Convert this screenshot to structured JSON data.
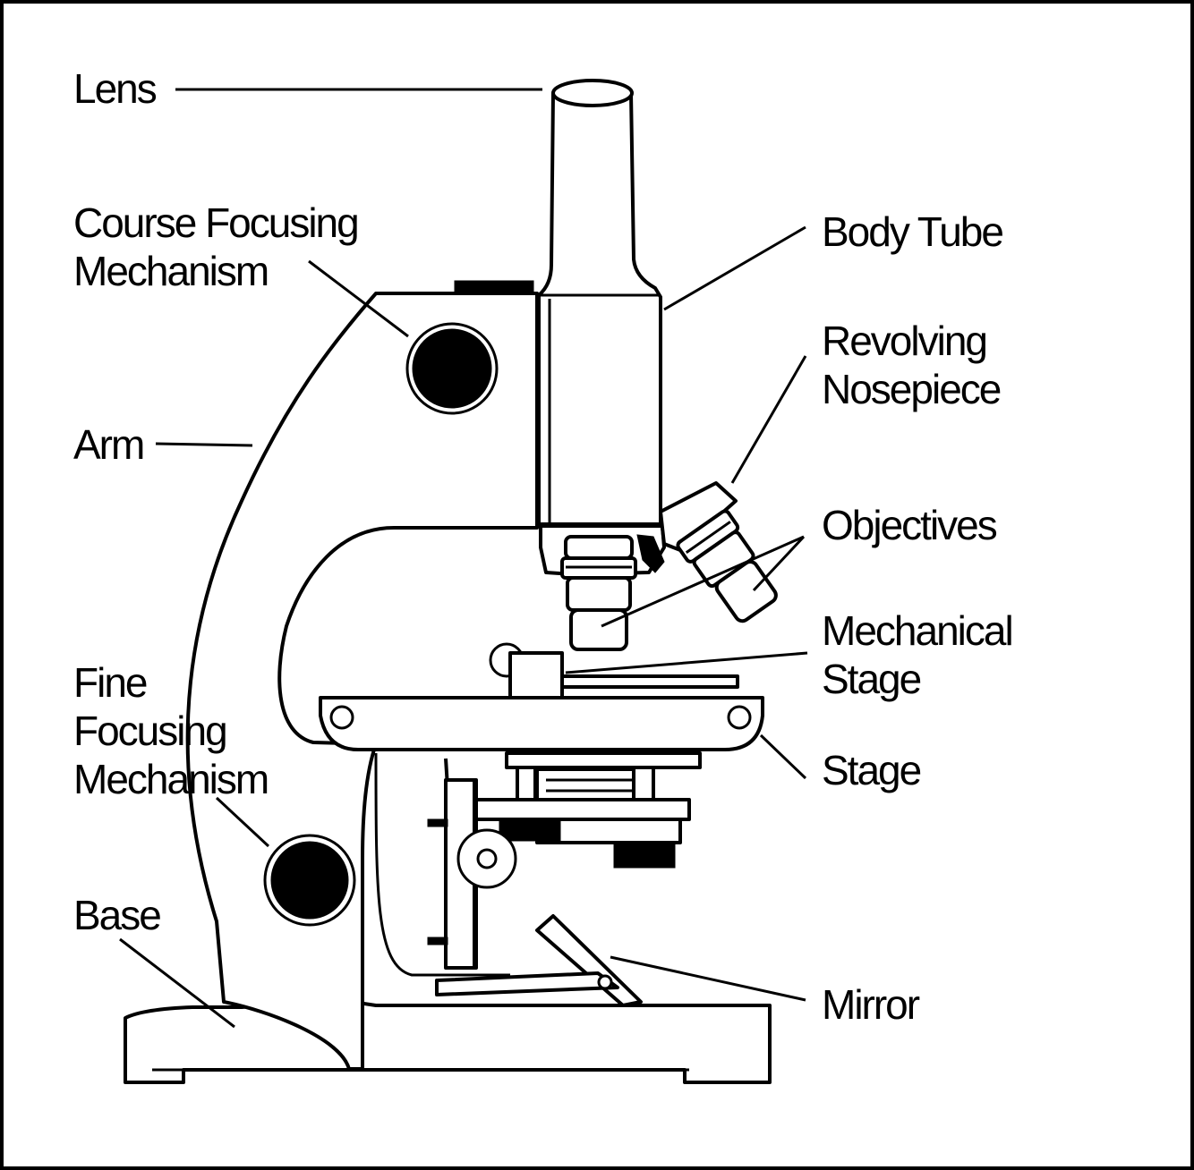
{
  "labels": {
    "lens": "Lens",
    "course_focusing": [
      "Course Focusing",
      "Mechanism"
    ],
    "arm": "Arm",
    "fine_focusing": [
      "Fine",
      "Focusing",
      "Mechanism"
    ],
    "base": "Base",
    "body_tube": "Body Tube",
    "revolving_nosepiece": [
      "Revolving",
      "Nosepiece"
    ],
    "objectives": "Objectives",
    "mechanical_stage": [
      "Mechanical",
      "Stage"
    ],
    "stage": "Stage",
    "mirror": "Mirror"
  },
  "colors": {
    "line": "#000000",
    "fill": "#ffffff"
  }
}
